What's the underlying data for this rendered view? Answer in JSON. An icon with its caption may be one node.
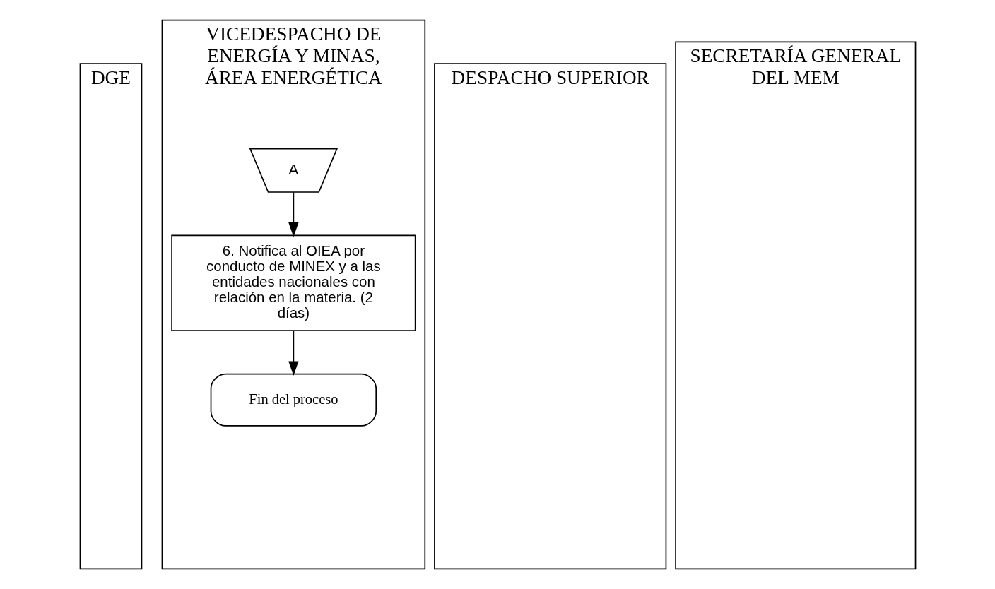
{
  "diagram": {
    "nodes": [
      {
        "text": [
          "DGE"
        ]
      },
      {
        "text": [
          "VICEDESPACHO DE ENERGÍA Y MINAS, ÁREA ENERGÉTICA"
        ]
      },
      {
        "text": [
          "DESPACHO SUPERIOR"
        ]
      },
      {
        "text": [
          "SECRETARÍA GENERAL DEL MEM"
        ]
      },
      {
        "text": [
          "A"
        ],
        "in": 1
      },
      {
        "text": [
          "6. Notifica al OIEA por conducto de MINEX y a las entidades nacionales con relación en la materia. (2 días)"
        ],
        "in": 1
      },
      {
        "text": [
          "Fin del proceso"
        ],
        "in": 1
      }
    ],
    "edges": [
      {
        "from": 4,
        "to": 5,
        "arrow": "to"
      },
      {
        "from": 5,
        "to": 6,
        "arrow": "to"
      }
    ]
  }
}
